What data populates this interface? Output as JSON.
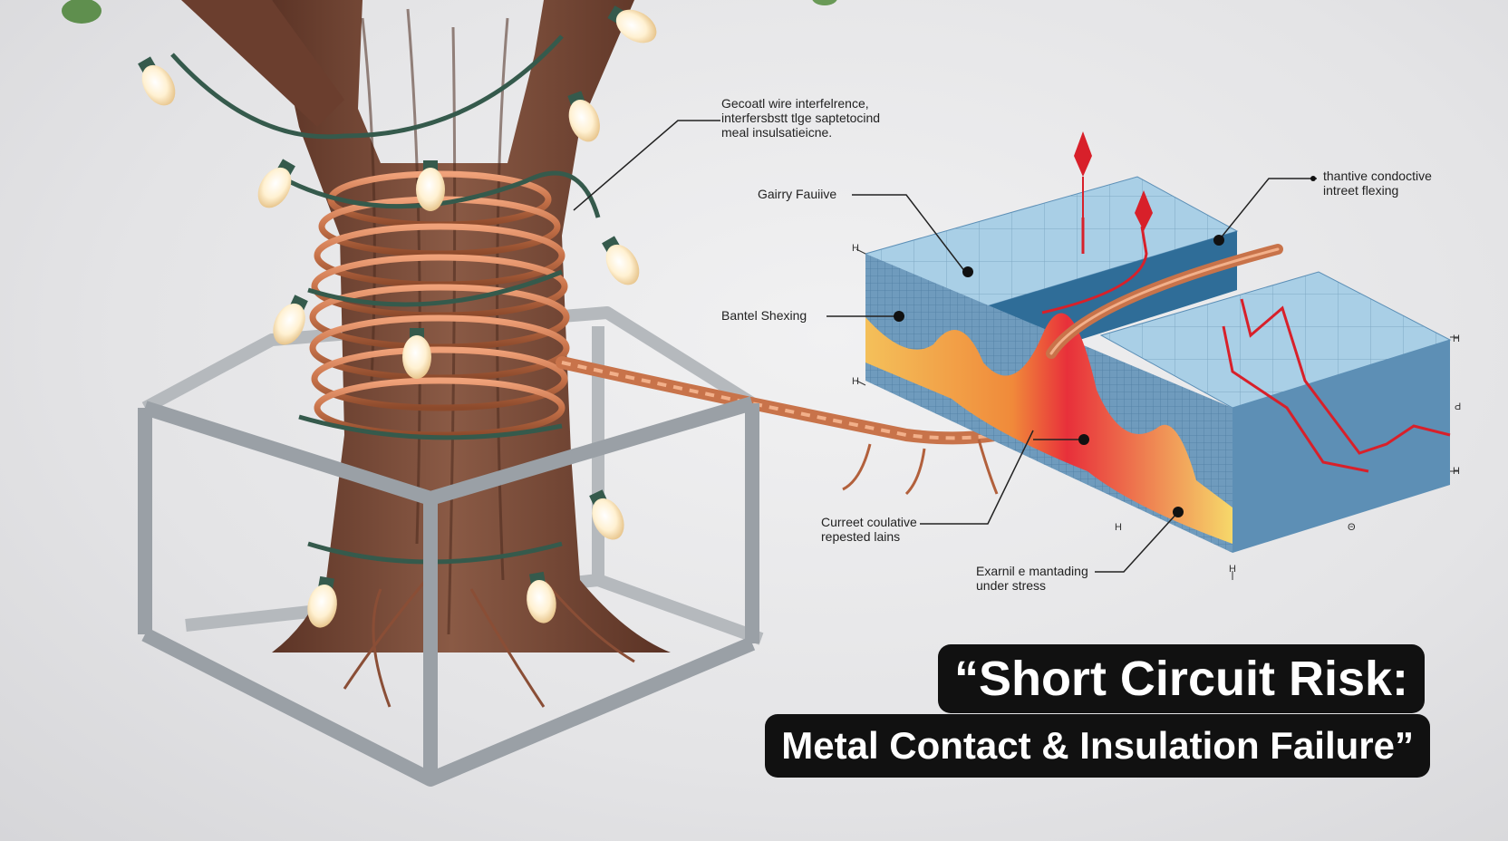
{
  "headline": {
    "line1": "“Short Circuit Risk:",
    "line2": "Metal Contact & Insulation Failure”"
  },
  "callouts": {
    "top": [
      "Gecoatl wire interfelrence,",
      "interfersbstt tlge saptetocind",
      "meal insulsatieicne."
    ],
    "left_1": [
      "Gairry Fauiive"
    ],
    "left_2": [
      "Bantel Shexing"
    ],
    "right": [
      "thantive condoctive",
      "intreet flexing"
    ],
    "bottom_left": [
      "Curreet coulative",
      "repested lains"
    ],
    "bottom_right": [
      "Exarnil e mantading",
      "under stress"
    ]
  },
  "axis_marks": {
    "a": "H",
    "b": "H",
    "c": "H",
    "d": "H",
    "e": "Ԁ",
    "f": "H",
    "g": "Θ",
    "h": "H"
  },
  "colors": {
    "copper": "#c8734a",
    "trunk": "#7a4a36",
    "frame": "#9aa0a6",
    "block_top": "#a9cfe6",
    "block_side": "#5c8fb6",
    "heat_red": "#e8303a",
    "heat_yellow": "#f7e27a",
    "spark": "#d8202a",
    "cord_green": "#355a4c",
    "bulb": "#fff3d8"
  }
}
